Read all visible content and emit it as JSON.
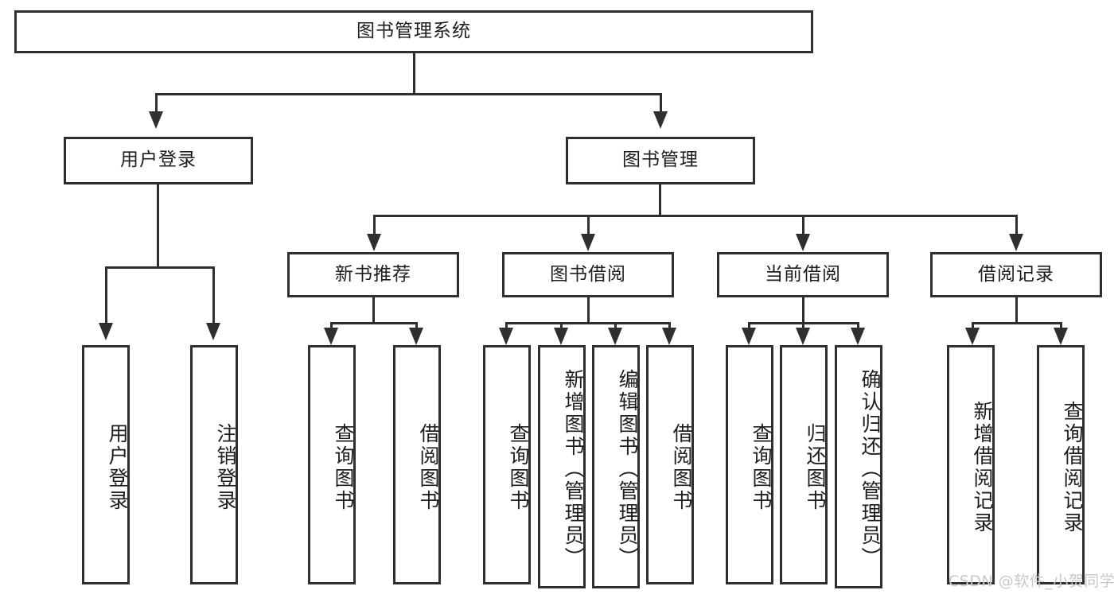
{
  "diagram": {
    "title": "图书管理系统",
    "type": "tree-hierarchy-chart",
    "root": {
      "label": "图书管理系统"
    },
    "level1": [
      {
        "id": "user-login",
        "label": "用户登录"
      },
      {
        "id": "book-management",
        "label": "图书管理"
      }
    ],
    "level2": [
      {
        "id": "new-book-recommend",
        "label": "新书推荐",
        "parent": "book-management"
      },
      {
        "id": "book-borrow",
        "label": "图书借阅",
        "parent": "book-management"
      },
      {
        "id": "current-borrow",
        "label": "当前借阅",
        "parent": "book-management"
      },
      {
        "id": "borrow-record",
        "label": "借阅记录",
        "parent": "book-management"
      }
    ],
    "leaves": [
      {
        "id": "leaf-user-login",
        "label": "用户登录",
        "parent": "user-login"
      },
      {
        "id": "leaf-logout-login",
        "label": "注销登录",
        "parent": "user-login"
      },
      {
        "id": "leaf-query-book-1",
        "label": "查询图书",
        "parent": "new-book-recommend"
      },
      {
        "id": "leaf-borrow-book-1",
        "label": "借阅图书",
        "parent": "new-book-recommend"
      },
      {
        "id": "leaf-query-book-2",
        "label": "查询图书",
        "parent": "book-borrow"
      },
      {
        "id": "leaf-add-book",
        "label": "新增图书（管理员）",
        "parent": "book-borrow"
      },
      {
        "id": "leaf-edit-book",
        "label": "编辑图书（管理员）",
        "parent": "book-borrow"
      },
      {
        "id": "leaf-borrow-book-2",
        "label": "借阅图书",
        "parent": "book-borrow"
      },
      {
        "id": "leaf-query-book-3",
        "label": "查询图书",
        "parent": "current-borrow"
      },
      {
        "id": "leaf-return-book",
        "label": "归还图书",
        "parent": "current-borrow"
      },
      {
        "id": "leaf-confirm-return",
        "label": "确认归还（管理员）",
        "parent": "current-borrow"
      },
      {
        "id": "leaf-add-record",
        "label": "新增借阅记录",
        "parent": "borrow-record"
      },
      {
        "id": "leaf-query-record",
        "label": "查询借阅记录",
        "parent": "borrow-record"
      }
    ],
    "watermark": "CSDN @软件_小贺同学",
    "colors": {
      "stroke": "#2f2f2f",
      "fill": "#ffffff",
      "text": "#1d1d1d",
      "watermark": "#c9c9c9"
    }
  }
}
